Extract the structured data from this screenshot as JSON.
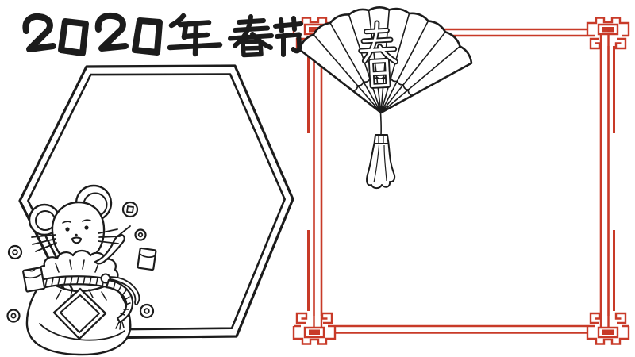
{
  "title": {
    "text": "2020年春节"
  },
  "fan": {
    "character": "春"
  },
  "colors": {
    "ink": "#1c1c1c",
    "accent": "#c83a28",
    "paper": "#ffffff"
  },
  "scene": {
    "alt": "Hand-drawn 2020 Spring Festival template: rat in a money bag beside a hexagon text frame, a folding fan with tassel, and a red ornamental border frame",
    "elements": [
      "title-2020-spring-festival",
      "hexagon-text-frame",
      "rat-with-money-bag",
      "gold-coins",
      "red-envelopes",
      "folding-fan-with-spring-character",
      "tassel",
      "red-ornamental-border-frame"
    ]
  }
}
